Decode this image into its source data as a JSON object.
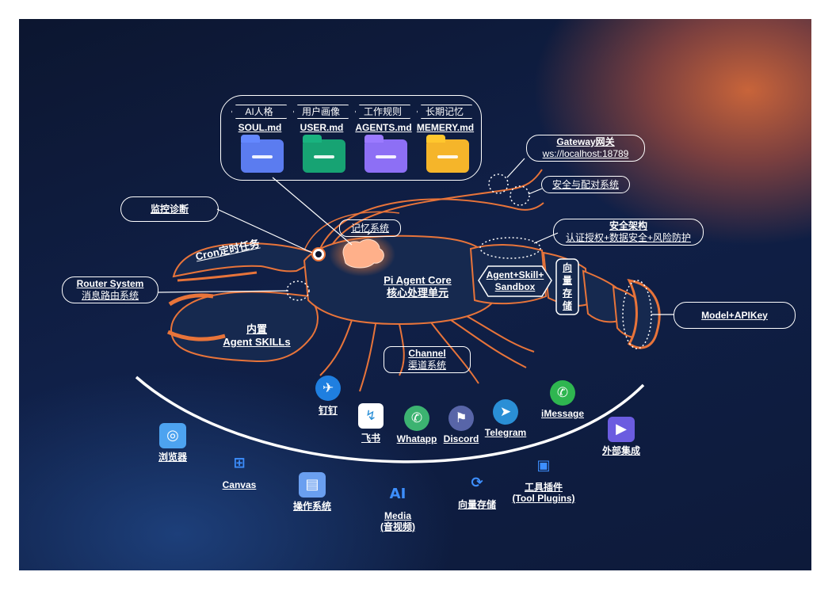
{
  "memory_files": [
    {
      "tag": "AI人格",
      "file": "SOUL.md",
      "color": "#5b7cf0"
    },
    {
      "tag": "用户画像",
      "file": "USER.md",
      "color": "#17a373"
    },
    {
      "tag": "工作规则",
      "file": "AGENTS.md",
      "color": "#8d6ff5"
    },
    {
      "tag": "长期记忆",
      "file": "MEMERY.md",
      "color": "#f5b52a"
    }
  ],
  "labels": {
    "gateway_title": "Gateway网关",
    "gateway_url": "ws://localhost:18789",
    "security_pairing": "安全与配对系统",
    "security_arch": "安全架构",
    "security_arch_sub": "认证授权+数据安全+风险防护",
    "monitor": "监控诊断",
    "memory_system": "记忆系统",
    "cron": "Cron定时任务",
    "router_title": "Router System",
    "router_sub": "消息路由系统",
    "core_title": "Pi Agent Core",
    "core_sub": "核心处理单元",
    "agent_sandbox_1": "Agent+Skill+",
    "agent_sandbox_2": "Sandbox",
    "vector_storage": "向量存储",
    "model": "Model+APIKey",
    "skills_1": "内置",
    "skills_2": "Agent SKILLs",
    "channel_title": "Channel",
    "channel_sub": "渠道系统"
  },
  "channels": [
    {
      "name": "钉钉",
      "icon": "dingtalk-icon",
      "color": "#1f7fe0"
    },
    {
      "name": "飞书",
      "icon": "feishu-icon",
      "color": "#ffffff"
    },
    {
      "name": "Whatapp",
      "icon": "whatsapp-icon",
      "color": "#3cb371"
    },
    {
      "name": "Discord",
      "icon": "discord-icon",
      "color": "#5865a8"
    },
    {
      "name": "Telegram",
      "icon": "telegram-icon",
      "color": "#2a8fd6"
    },
    {
      "name": "iMessage",
      "icon": "imessage-icon",
      "color": "#2fb650"
    }
  ],
  "integrations": [
    {
      "name": "浏览器",
      "icon": "browser-icon"
    },
    {
      "name": "Canvas",
      "icon": "canvas-icon"
    },
    {
      "name": "操作系统",
      "icon": "os-icon"
    },
    {
      "name": "Media",
      "sub": "(音视频)",
      "icon": "media-ai-icon"
    },
    {
      "name": "向量存储",
      "icon": "vector-storage-icon"
    },
    {
      "name": "工具插件",
      "sub": "(Tool Plugins)",
      "icon": "tool-plugins-icon"
    },
    {
      "name": "外部集成",
      "icon": "external-integration-icon"
    }
  ],
  "colors": {
    "lobster_body": "#16294f",
    "lobster_outline": "#e8743a",
    "accent_blue": "#2a8fd6"
  }
}
